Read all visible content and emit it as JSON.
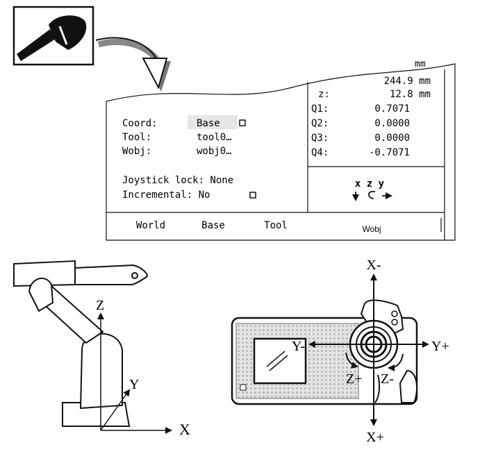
{
  "pendant_screen": {
    "coord_label": "Coord:",
    "coord_value": "Base",
    "tool_label": "Tool:",
    "tool_value": "tool0…",
    "wobj_label": "Wobj:",
    "wobj_value": "wobj0…",
    "joystick_lock": "Joystick lock: None",
    "incremental_label": "Incremental: No",
    "position": {
      "partial_top": "mm",
      "y_value": "244.9 mm",
      "z_label": "z:",
      "z_value": "12.8 mm",
      "q1_label": "Q1:",
      "q1_value": "0.7071",
      "q2_label": "Q2:",
      "q2_value": "0.0000",
      "q3_label": "Q3:",
      "q3_value": "0.0000",
      "q4_label": "Q4:",
      "q4_value": "-0.7071"
    },
    "joystick_axes": "x z y",
    "softkeys": [
      "World",
      "Base",
      "Tool",
      "Wobj"
    ]
  },
  "robot_axes": {
    "z": "Z",
    "y": "Y",
    "x": "X"
  },
  "pendant_axes": {
    "x_minus": "X-",
    "x_plus": "X+",
    "y_minus": "Y-",
    "y_plus": "Y+",
    "z_plus": "Z+",
    "z_minus": "Z-"
  }
}
